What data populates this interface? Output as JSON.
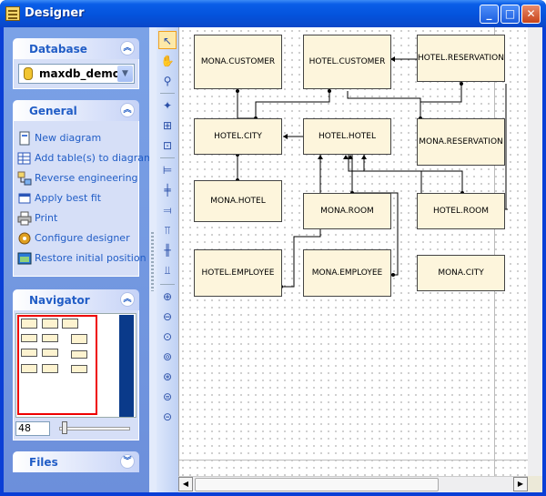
{
  "window": {
    "title": "Designer",
    "min_label": "_",
    "max_label": "□",
    "close_label": "✕"
  },
  "database": {
    "header": "Database",
    "selected": "maxdb_demo"
  },
  "general": {
    "header": "General",
    "items": [
      {
        "label": "New diagram",
        "icon": "new-diagram-icon"
      },
      {
        "label": "Add table(s) to diagram",
        "icon": "add-table-icon"
      },
      {
        "label": "Reverse engineering",
        "icon": "reverse-engineering-icon"
      },
      {
        "label": "Apply best fit",
        "icon": "best-fit-icon"
      },
      {
        "label": "Print",
        "icon": "printer-icon"
      },
      {
        "label": "Configure designer",
        "icon": "configure-icon"
      },
      {
        "label": "Restore initial position",
        "icon": "restore-icon"
      }
    ]
  },
  "navigator": {
    "header": "Navigator",
    "zoom": "48"
  },
  "files": {
    "header": "Files"
  },
  "tables": [
    {
      "id": "mona-customer",
      "name": "MONA.CUSTOMER"
    },
    {
      "id": "hotel-customer",
      "name": "HOTEL.CUSTOMER"
    },
    {
      "id": "hotel-reservation",
      "name": "HOTEL.RESERVATION"
    },
    {
      "id": "hotel-city",
      "name": "HOTEL.CITY"
    },
    {
      "id": "hotel-hotel",
      "name": "HOTEL.HOTEL"
    },
    {
      "id": "mona-reservation",
      "name": "MONA.RESERVATION"
    },
    {
      "id": "mona-hotel",
      "name": "MONA.HOTEL"
    },
    {
      "id": "mona-room",
      "name": "MONA.ROOM"
    },
    {
      "id": "hotel-room",
      "name": "HOTEL.ROOM"
    },
    {
      "id": "hotel-employee",
      "name": "HOTEL.EMPLOYEE"
    },
    {
      "id": "mona-employee",
      "name": "MONA.EMPLOYEE"
    },
    {
      "id": "mona-city",
      "name": "MONA.CITY"
    }
  ],
  "colors": {
    "titlebar": "#0453dc",
    "panel_text": "#215dc6",
    "table_fill": "#fdf5dc"
  }
}
